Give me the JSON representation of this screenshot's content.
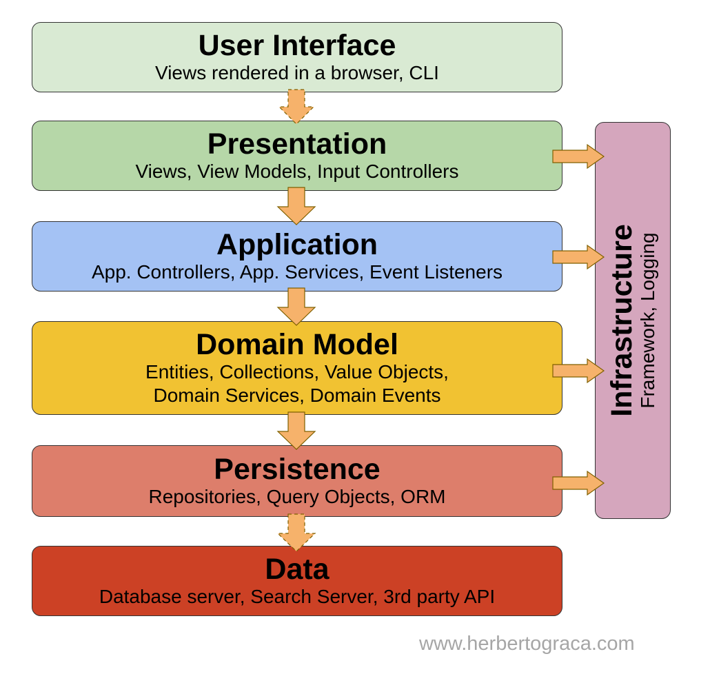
{
  "layers": [
    {
      "title": "User Interface",
      "subtitle": "Views rendered in a browser, CLI",
      "color": "#d9ead3"
    },
    {
      "title": "Presentation",
      "subtitle": "Views, View Models, Input Controllers",
      "color": "#b6d7a8"
    },
    {
      "title": "Application",
      "subtitle": "App. Controllers, App. Services, Event Listeners",
      "color": "#a4c2f4"
    },
    {
      "title": "Domain Model",
      "subtitle_lines": [
        "Entities, Collections, Value Objects,",
        "Domain Services, Domain Events"
      ],
      "color": "#f1c232"
    },
    {
      "title": "Persistence",
      "subtitle": "Repositories, Query Objects, ORM",
      "color": "#dd7e6b"
    },
    {
      "title": "Data",
      "subtitle": "Database server, Search Server, 3rd party API",
      "color": "#cc4125"
    }
  ],
  "infrastructure": {
    "title": "Infrastructure",
    "subtitle": "Framework, Logging",
    "color": "#d5a6bd"
  },
  "arrow_color": "#f6b26b",
  "watermark": "www.herbertograca.com"
}
